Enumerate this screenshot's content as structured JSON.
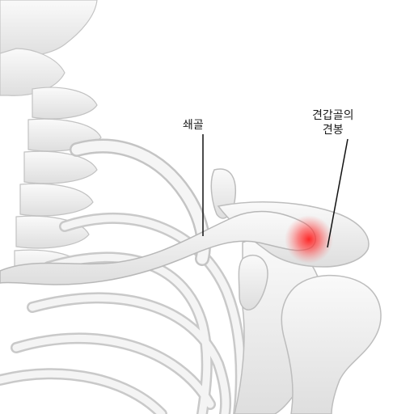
{
  "labels": {
    "clavicle": "쇄골",
    "acromion_line1": "견갑골의",
    "acromion_line2": "견봉"
  },
  "colors": {
    "bone_fill": "#f2f2f2",
    "bone_outline": "#bdbdbd",
    "bone_shadow": "#d6d6d6",
    "pain_highlight": "#ff2a2a",
    "leader_line": "#111111",
    "background": "#ffffff"
  }
}
